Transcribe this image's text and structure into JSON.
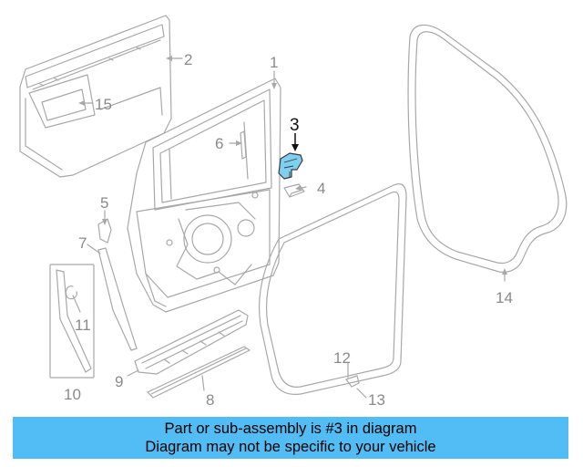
{
  "callouts": {
    "c1": "1",
    "c2": "2",
    "c3": "3",
    "c4": "4",
    "c5": "5",
    "c6": "6",
    "c7": "7",
    "c8": "8",
    "c9": "9",
    "c10": "10",
    "c11": "11",
    "c12": "12",
    "c13": "13",
    "c14": "14",
    "c15": "15"
  },
  "banner": {
    "line1": "Part or sub-assembly is #3 in diagram",
    "line2": "Diagram may not be specific to your vehicle"
  },
  "colors": {
    "line": "#a8a8a8",
    "label": "#8a8a8a",
    "highlight_part": "#7fd0f0",
    "banner": "#52bdf4"
  }
}
